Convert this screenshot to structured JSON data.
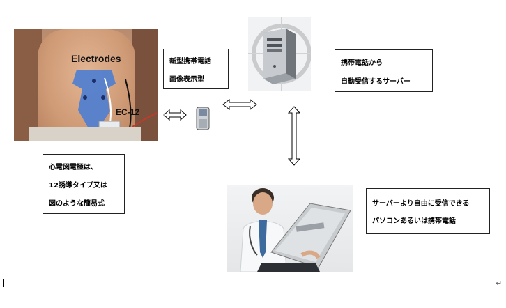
{
  "photo_torso": {
    "label_electrodes": "Electrodes",
    "label_device": "EC-12"
  },
  "box_phone": {
    "lines": [
      "新型携帯電話",
      "画像表示型"
    ]
  },
  "box_server": {
    "lines": [
      "携帯電話から",
      "自動受信するサーバー"
    ]
  },
  "box_electrode": {
    "lines": [
      "心電図電極は、",
      "12誘導タイプ又は",
      "図のような簡易式"
    ]
  },
  "box_receiver": {
    "lines": [
      "サーバーより自由に受信できる",
      "パソコンあるいは携帯電話"
    ]
  },
  "paragraph_mark": "↵"
}
